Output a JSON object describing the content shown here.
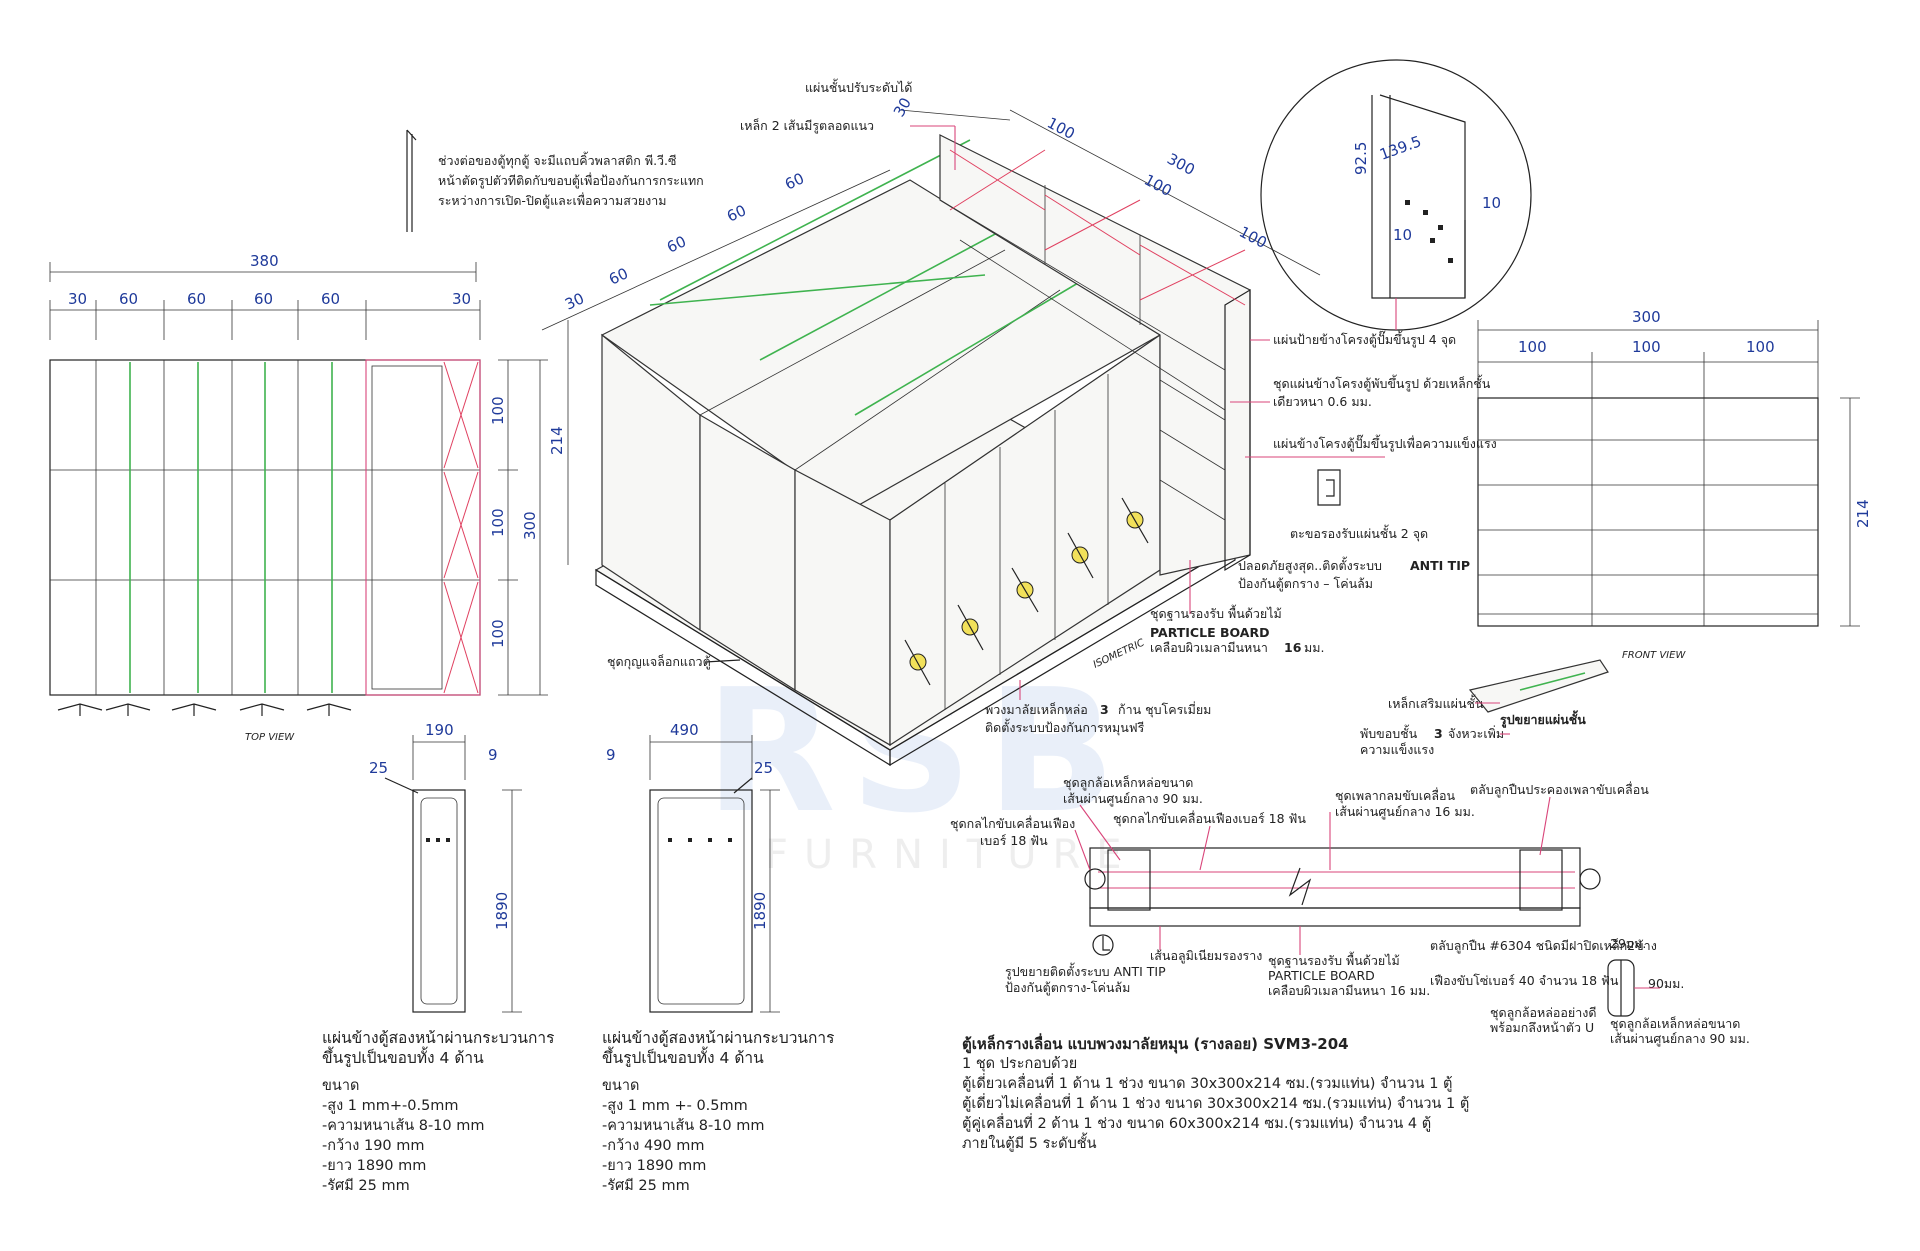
{
  "watermark": {
    "logo_letters": "RSB",
    "word": "FURNITURE"
  },
  "top_view": {
    "caption": "TOP VIEW",
    "dims_top": [
      "380",
      "30",
      "60",
      "60",
      "60",
      "60",
      "30"
    ],
    "dims_right": [
      "100",
      "100",
      "100",
      "300"
    ]
  },
  "iso_view": {
    "caption": "ISOMETRIC",
    "dims_left": [
      "30",
      "60",
      "60",
      "60",
      "60",
      "214"
    ],
    "dims_top": [
      "30",
      "100",
      "300",
      "100",
      "100"
    ],
    "notes": {
      "adjustable_shelf": "แผ่นชั้นปรับระดับได้",
      "steel_rail": "เหล็ก 2 เส้นมีรูตลอดแนว",
      "gap_trim_1": "ช่วงต่อของตู้ทุกตู้ จะมีแถบคิ้วพลาสติก พี.วี.ซี",
      "gap_trim_2": "หน้าตัดรูปตัวทีติดกับขอบตู้เพื่อป้องกันการกระแทก",
      "gap_trim_3": "ระหว่างการเปิด-ปิดตู้และเพื่อความสวยงาม",
      "side_label": "แผ่นป้ายข้างโครงตู้ปั๊มขึ้นรูป 4 จุด",
      "side_panel_1": "ชุดแผ่นข้างโครงตู้พับขึ้นรูป ด้วยเหล็กชั้น",
      "side_panel_2": "เดียวหนา 0.6 มม.",
      "side_stiff": "แผ่นข้างโครงตู้ปั๊มขึ้นรูปเพื่อความแข็งแรง",
      "shelf_hook": "ตะขอรองรับแผ่นชั้น 2 จุด",
      "anti_tip_1": "ปลอดภัยสูงสุด..ติดตั้งระบบ",
      "anti_tip_bold": "ANTI TIP",
      "anti_tip_2": "ป้องกันตู้ตกราง – โค่นล้ม",
      "base_1": "ชุดฐานรองรับ พื้นด้วยไม้",
      "base_2": "PARTICLE BOARD",
      "base_3": "เคลือบผิวเมลามีนหนา",
      "base_num": "16",
      "base_unit": "มม.",
      "lock": "ชุดกุญแจล็อกแถวตู้",
      "wheel_1": "พวงมาลัยเหล็กหล่อ",
      "wheel_num": "3",
      "wheel_2": "ก้าน ชุบโครเมี่ยม",
      "wheel_3": "ติดตั้งระบบป้องกันการหมุนฟรี"
    }
  },
  "detail_circle": {
    "dims": [
      "139.5",
      "92.5",
      "10",
      "10"
    ]
  },
  "front_view": {
    "caption": "FRONT VIEW",
    "dims_top": [
      "300",
      "100",
      "100",
      "100"
    ],
    "dims_right": [
      "214"
    ]
  },
  "shelf_detail": {
    "rib": "เหล็กเสริมแผ่นชั้น",
    "title": "รูปขยายแผ่นชั้น",
    "fold_1": "พับขอบชั้น",
    "fold_num": "3",
    "fold_2": "จังหวะเพิ่ม",
    "fold_3": "ความแข็งแรง"
  },
  "side_small": {
    "dims": [
      "190",
      "25",
      "9",
      "1890"
    ],
    "title_1": "แผ่นข้างตู้สองหน้าผ่านกระบวนการ",
    "title_2": "ขึ้นรูปเป็นขอบทั้ง 4 ด้าน",
    "spec_head": "ขนาด",
    "specs": [
      "-สูง 1 mm+-0.5mm",
      "-ความหนาเส้น 8-10 mm",
      "-กว้าง 190 mm",
      "-ยาว 1890 mm",
      "-รัศมี 25 mm"
    ]
  },
  "side_large": {
    "dims": [
      "490",
      "9",
      "25",
      "1890"
    ],
    "title_1": "แผ่นข้างตู้สองหน้าผ่านกระบวนการ",
    "title_2": "ขึ้นรูปเป็นขอบทั้ง 4 ด้าน",
    "spec_head": "ขนาด",
    "specs": [
      "-สูง 1 mm +- 0.5mm",
      "-ความหนาเส้น 8-10 mm",
      "-กว้าง 490 mm",
      "-ยาว 1890 mm",
      "-รัศมี 25 mm"
    ]
  },
  "rail_section": {
    "notes": {
      "cast_wheel_1": "ชุดลูกล้อเหล็กหล่อขนาด",
      "cast_wheel_2": "เส้นผ่านศูนย์กลาง 90 มม.",
      "drive_gear_1": "ชุดกลไกขับเคลื่อนเฟือง",
      "drive_gear_2": "เบอร์ 18 ฟัน",
      "drive_gear_3": "ชุดกลไกขับเคลื่อนเฟืองเบอร์ 18 ฟัน",
      "shaft_1": "ชุดเพลากลมขับเคลื่อน",
      "shaft_2": "เส้นผ่านศูนย์กลาง 16 มม.",
      "bearing": "ตลับลูกปืนประคองเพลาขับเคลื่อน",
      "anti_tip_1": "รูปขยายติดตั้งระบบ ANTI TIP",
      "anti_tip_2": "ป้องกันตู้ตกราง-โค่นล้ม",
      "al_rail": "เส้นอลูมิเนียมรองราง",
      "base_1": "ชุดฐานรองรับ พื้นด้วยไม้",
      "base_2": "PARTICLE BOARD",
      "base_3": "เคลือบผิวเมลามีนหนา 16 มม.",
      "bearing_6304": "ตลับลูกปืน #6304 ชนิดมีฝาปิดเหล็ก2ข้าง",
      "gear_40": "เฟืองขับโซ่เบอร์ 40 จำนวน 18 ฟัน",
      "dim_29": "29มม.",
      "dim_90": "90มม.",
      "u_wheel_1": "ชุดลูกล้อหล่ออย่างดี",
      "u_wheel_2": "พร้อมกลึงหน้าตัว U",
      "cast_wheel_b1": "ชุดลูกล้อเหล็กหล่อขนาด",
      "cast_wheel_b2": "เส้นผ่านศูนย์กลาง 90 มม."
    }
  },
  "spec": {
    "title": "ตู้เหล็กรางเลื่อน แบบพวงมาลัยหมุน (รางลอย) SVM3-204",
    "lines": [
      "1 ชุด ประกอบด้วย",
      "ตู้เดี่ยวเคลื่อนที่ 1 ด้าน 1 ช่วง ขนาด 30x300x214 ซม.(รวมแท่น) จำนวน 1 ตู้",
      "ตู้เดี่ยวไม่เคลื่อนที่ 1 ด้าน 1 ช่วง ขนาด 30x300x214 ซม.(รวมแท่น) จำนวน  1 ตู้",
      "ตู้คู่เคลื่อนที่ 2 ด้าน 1 ช่วง ขนาด 60x300x214 ซม.(รวมแท่น) จำนวน 4 ตู้",
      "ภายในตู้มี 5 ระดับชั้น"
    ]
  }
}
